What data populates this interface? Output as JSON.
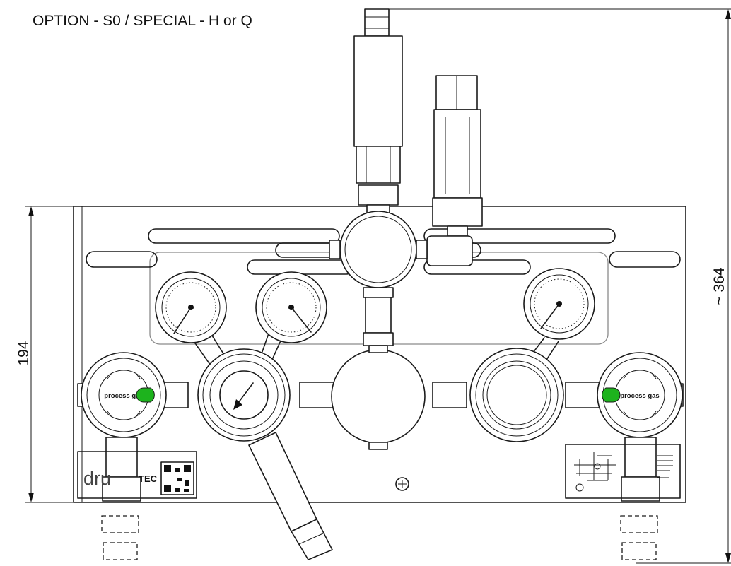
{
  "title": "OPTION - S0 / SPECIAL - H or Q",
  "dimensions": {
    "height_panel": "194",
    "height_total": "~ 364"
  },
  "labels": {
    "process_gas_left": "process gas",
    "process_gas_right": "process gas",
    "logo_left": "dru",
    "logo_right": "TEC"
  },
  "colors": {
    "indicator": "#1db31d",
    "line": "#1a1a1a"
  },
  "icons": [
    "gauge-icon",
    "arrow-down-left-icon",
    "plus-circle-icon",
    "qr-code-icon"
  ]
}
